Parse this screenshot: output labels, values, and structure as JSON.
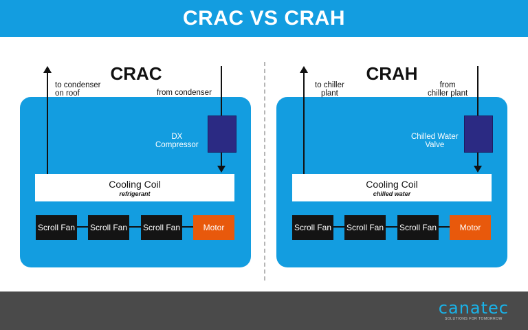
{
  "title": "CRAC VS CRAH",
  "colors": {
    "brand_blue": "#139de0",
    "device_navy": "#2b2a83",
    "motor_orange": "#e8590c",
    "fan_black": "#141414",
    "footer_gray": "#4a4a4a"
  },
  "crac": {
    "title": "CRAC",
    "out_label": "to condenser\non roof",
    "in_label": "from condenser",
    "device_label": "DX\nCompressor",
    "coil_title": "Cooling Coil",
    "coil_sub": "refrigerant",
    "fans": [
      "Scroll Fan",
      "Scroll Fan",
      "Scroll Fan"
    ],
    "motor": "Motor"
  },
  "crah": {
    "title": "CRAH",
    "out_label": "to chiller\nplant",
    "in_label": "from\nchiller plant",
    "device_label": "Chilled Water\nValve",
    "coil_title": "Cooling Coil",
    "coil_sub": "chilled water",
    "fans": [
      "Scroll Fan",
      "Scroll Fan",
      "Scroll Fan"
    ],
    "motor": "Motor"
  },
  "logo": {
    "word": "canatec",
    "tagline": "SOLUTIONS FOR TOMORROW"
  }
}
